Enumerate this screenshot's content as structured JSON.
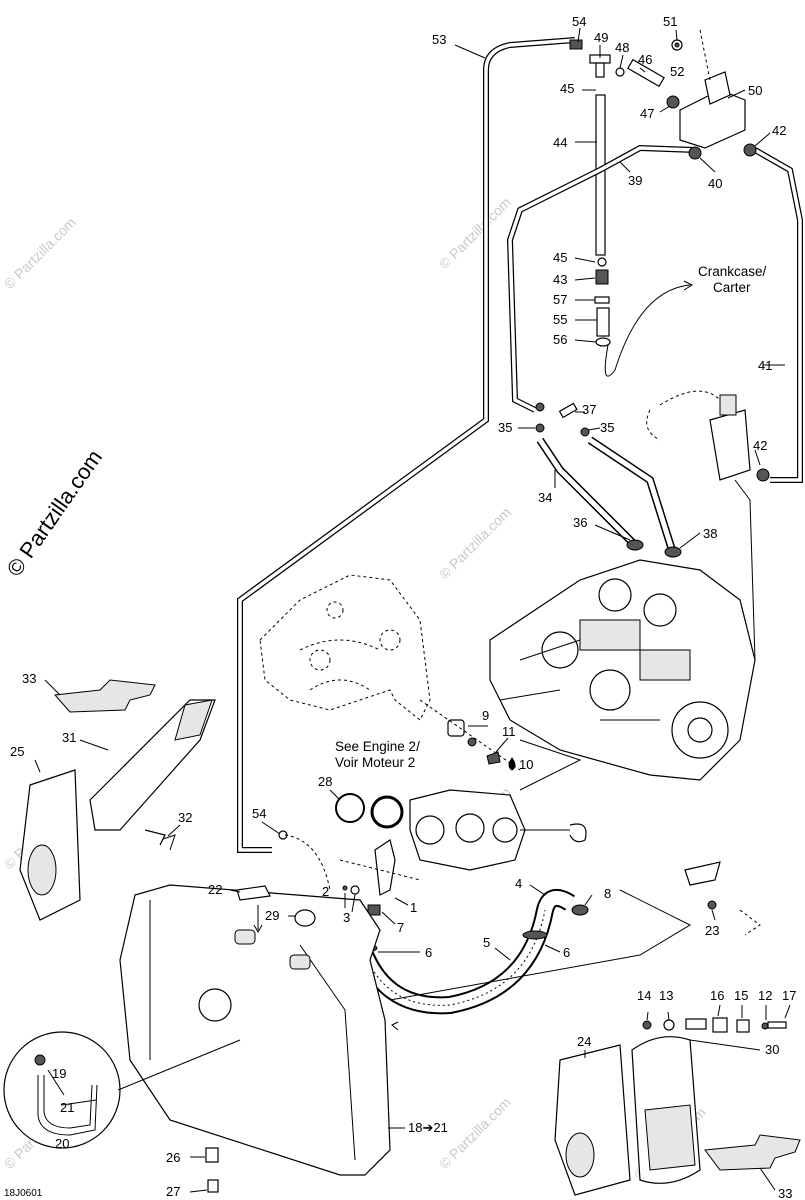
{
  "diagram": {
    "code": "18J0601",
    "watermark_main": "© Partzilla.com",
    "watermark_small": "© Partzilla.com",
    "notes": {
      "crankcase_line1": "Crankcase/",
      "crankcase_line2": "Carter",
      "engine_line1": "See Engine 2/",
      "engine_line2": "Voir Moteur 2",
      "range_18_21": "18➔21",
      "drop_10": "10"
    },
    "callouts": {
      "c1": "1",
      "c2": "2",
      "c3": "3",
      "c4": "4",
      "c5": "5",
      "c6a": "6",
      "c6b": "6",
      "c7": "7",
      "c8": "8",
      "c9": "9",
      "c11": "11",
      "c12": "12",
      "c13": "13",
      "c14": "14",
      "c15": "15",
      "c16": "16",
      "c17": "17",
      "c19": "19",
      "c20": "20",
      "c21": "21",
      "c22": "22",
      "c23": "23",
      "c24": "24",
      "c25": "25",
      "c26": "26",
      "c27": "27",
      "c28": "28",
      "c29": "29",
      "c30": "30",
      "c31": "31",
      "c32": "32",
      "c33a": "33",
      "c33b": "33",
      "c34": "34",
      "c35a": "35",
      "c35b": "35",
      "c36": "36",
      "c37": "37",
      "c38": "38",
      "c39": "39",
      "c40": "40",
      "c41": "41",
      "c42a": "42",
      "c42b": "42",
      "c43": "43",
      "c44": "44",
      "c45a": "45",
      "c45b": "45",
      "c46": "46",
      "c47": "47",
      "c48": "48",
      "c49": "49",
      "c50": "50",
      "c51": "51",
      "c52": "52",
      "c53": "53",
      "c54a": "54",
      "c54b": "54",
      "c55": "55",
      "c56": "56",
      "c57": "57"
    }
  }
}
